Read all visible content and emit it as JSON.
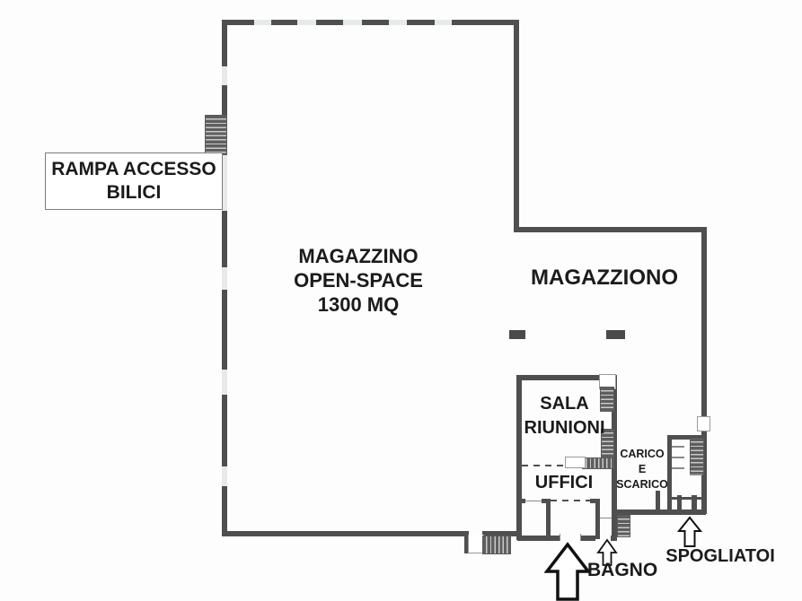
{
  "plan": {
    "colors": {
      "wall": "#4f4f4f",
      "wall_gap": "#e7ebe8",
      "pillar": "#4a4a4a",
      "text": "#1b1b1b",
      "background": "#fdfdfd",
      "arrow_fill": "#ffffff",
      "arrow_outline": "#111111"
    },
    "labels": {
      "rampa": {
        "line1": "RAMPA ACCESSO",
        "line2": "BILICI"
      },
      "magazzino_open": {
        "line1": "MAGAZZINO",
        "line2": "OPEN-SPACE",
        "line3": "1300 MQ"
      },
      "magazziono": "MAGAZZIONO",
      "sala_riunioni": {
        "line1": "SALA",
        "line2": "RIUNIONI"
      },
      "uffici": "UFFICI",
      "carico_scarico": {
        "line1": "CARICO",
        "line2": "E",
        "line3": "SCARICO"
      },
      "bagno": "BAGNO",
      "spogliatoi": "SPOGLIATOI"
    },
    "icons": [
      "main-entrance-arrow-icon",
      "bagno-entrance-arrow-icon",
      "spogliatoi-entrance-arrow-icon",
      "stairs-icon"
    ]
  }
}
